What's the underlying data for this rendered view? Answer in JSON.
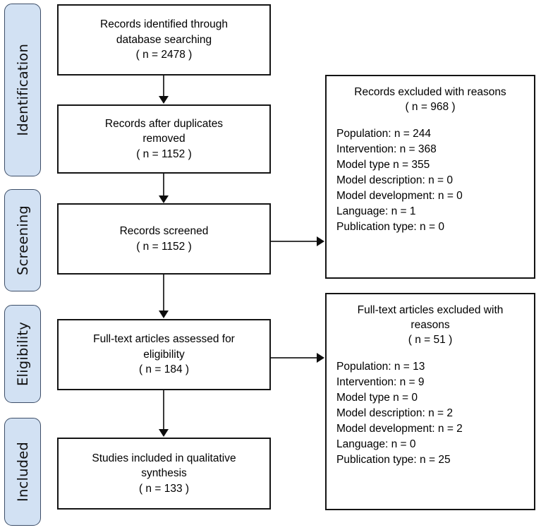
{
  "diagram": {
    "title": "PRISMA flow diagram",
    "accent_color": "#d2e1f3",
    "pill_border_color": "#3d4e68",
    "box_border_color": "#141414",
    "connector_color": "#3a3a3a"
  },
  "stages": [
    {
      "label": "Identification"
    },
    {
      "label": "Screening"
    },
    {
      "label": "Eligibility"
    },
    {
      "label": "Included"
    }
  ],
  "flow_boxes": [
    {
      "text": "Records identified through\ndatabase searching\n( n = 2478 )",
      "count": 2478
    },
    {
      "text": "Records after duplicates\nremoved\n( n = 1152 )",
      "count": 1152
    },
    {
      "text": "Records screened\n( n = 1152 )",
      "count": 1152
    },
    {
      "text": "Full-text articles assessed for\neligibility\n( n = 184 )",
      "count": 184
    },
    {
      "text": "Studies included in qualitative\nsynthesis\n( n = 133 )",
      "count": 133
    }
  ],
  "exclusion_boxes": [
    {
      "heading": "Records excluded with reasons\n( n = 968 )",
      "total": 968,
      "reasons": [
        "Population: n = 244",
        "Intervention: n = 368",
        "Model type n = 355",
        "Model description: n = 0",
        "Model development: n = 0",
        "Language: n = 1",
        "Publication type: n = 0"
      ]
    },
    {
      "heading": "Full-text articles excluded with\nreasons\n( n = 51 )",
      "total": 51,
      "reasons": [
        "Population: n = 13",
        "Intervention: n = 9",
        "Model type n = 0",
        "Model description: n = 2",
        "Model development: n = 2",
        "Language: n = 0",
        "Publication type: n = 25"
      ]
    }
  ]
}
